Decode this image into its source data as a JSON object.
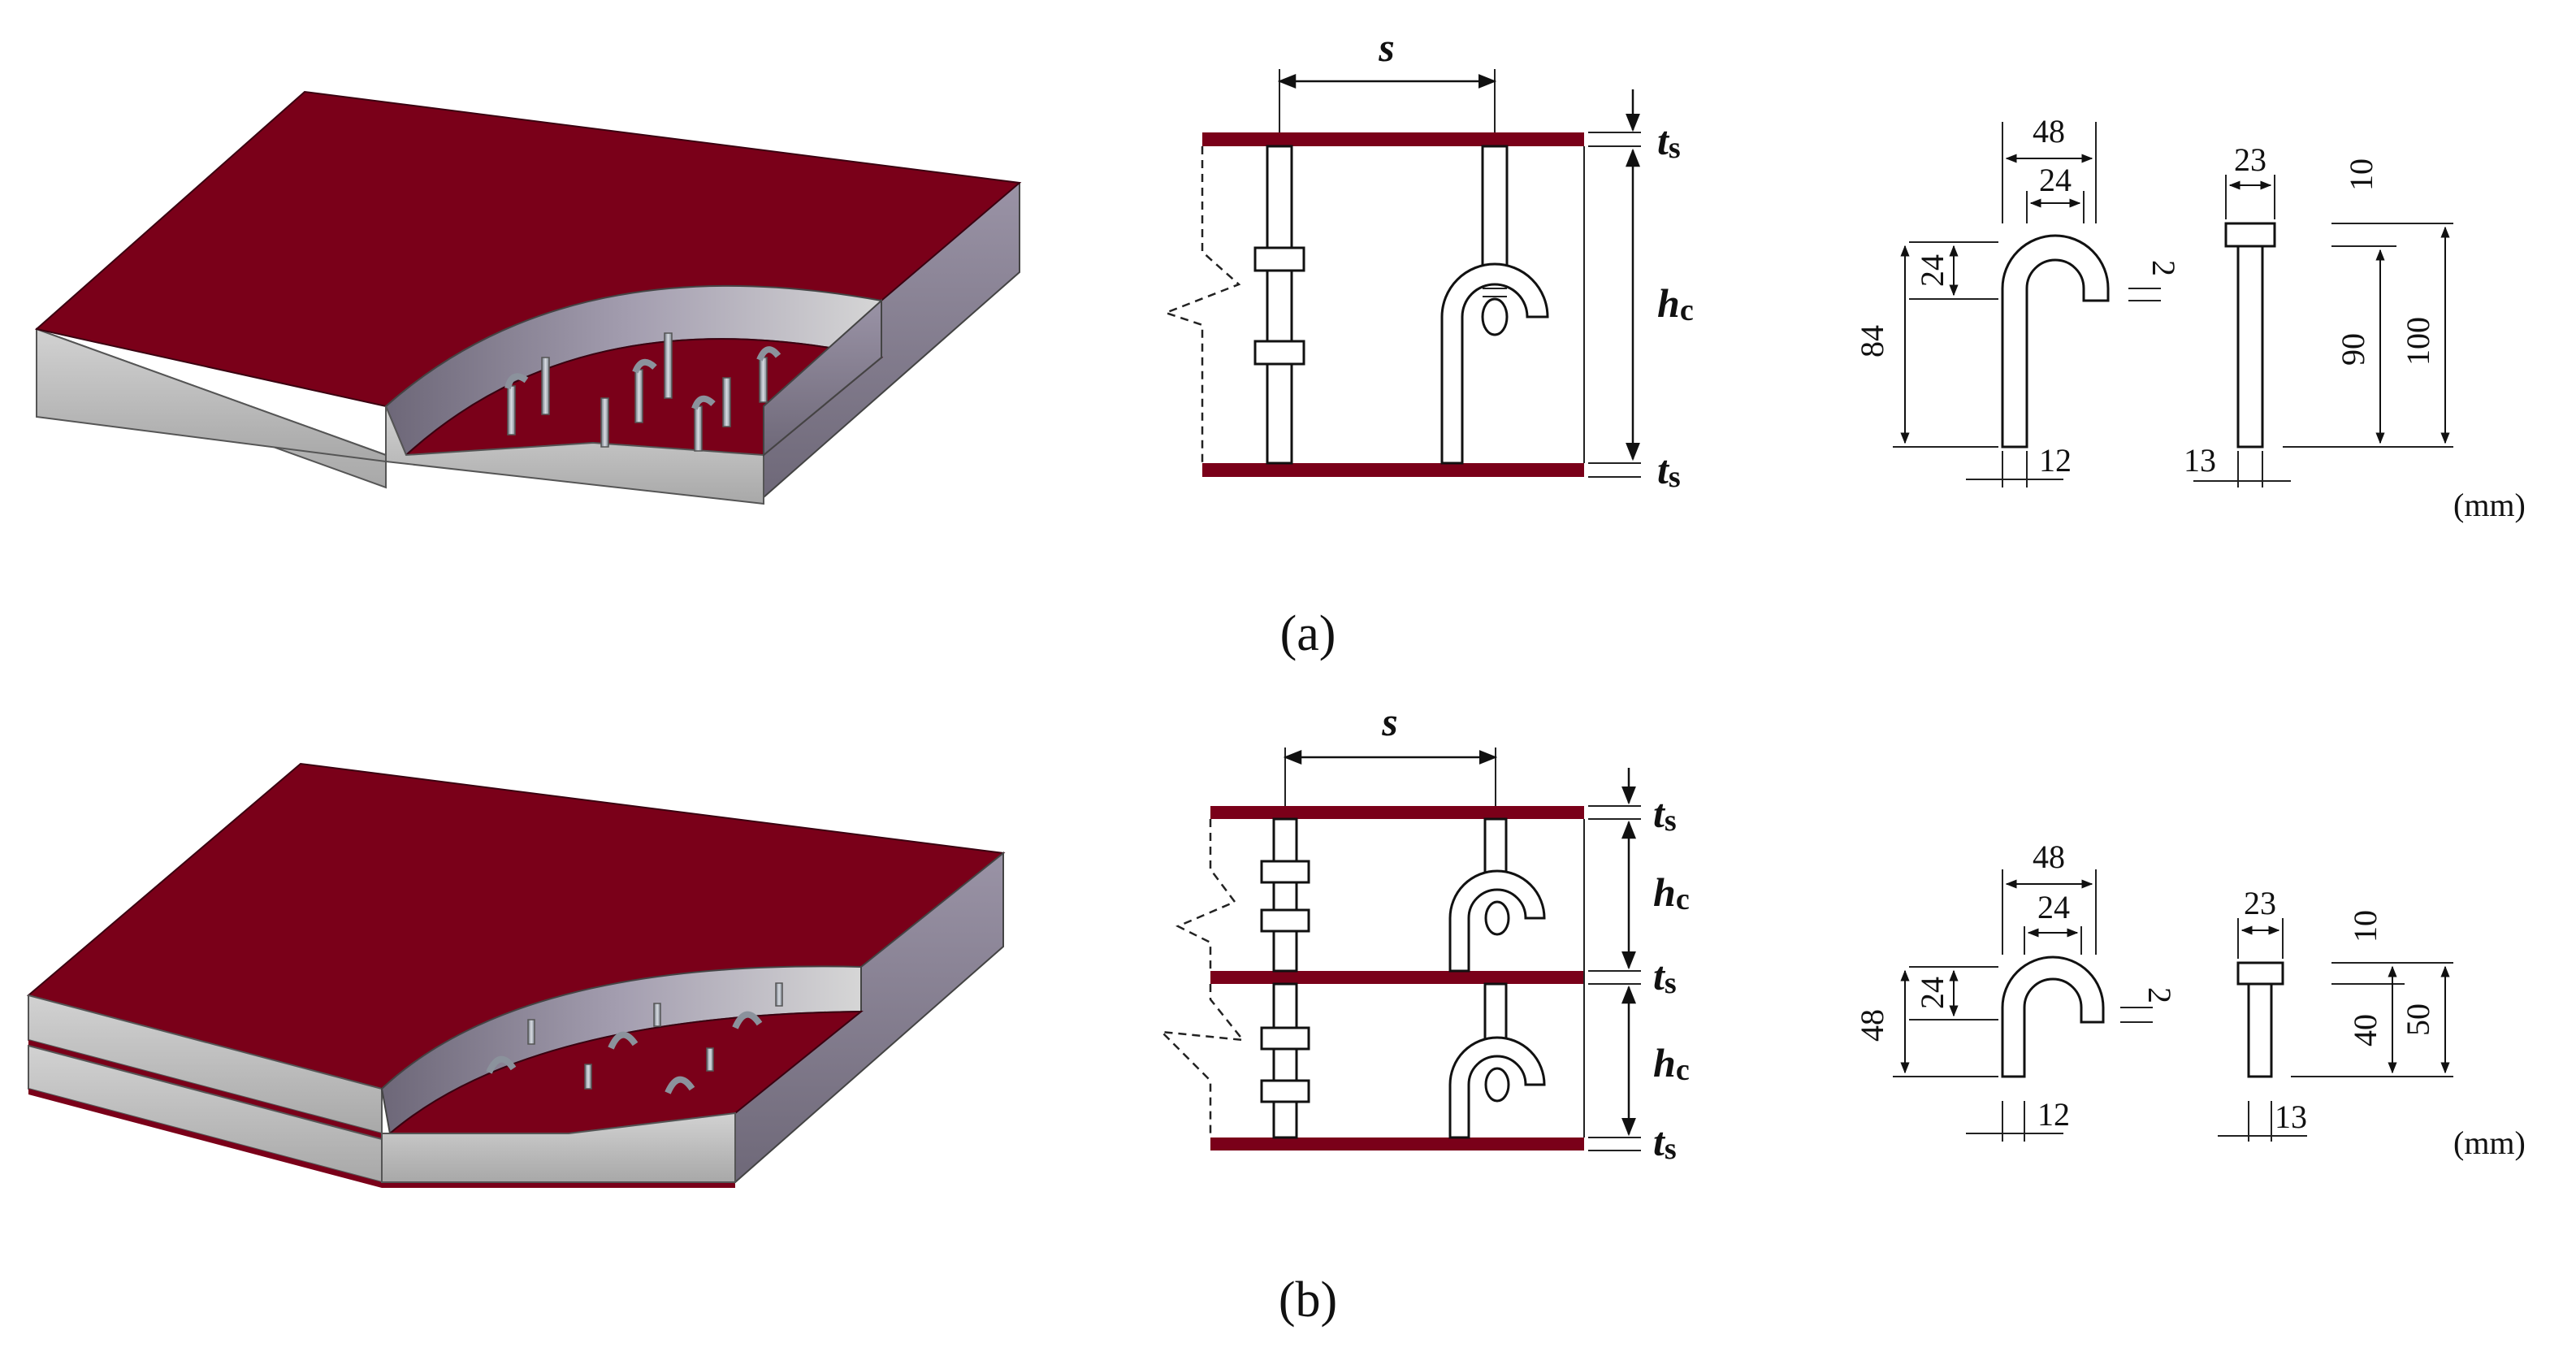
{
  "colors": {
    "steel_plate": "#7a0019",
    "core_side": "#bdbdbd",
    "core_inner": "#8a8494",
    "connector": "#9aa0aa",
    "line": "#111111"
  },
  "caption_a": "(a)",
  "caption_b": "(b)",
  "section": {
    "spacing_label": "s",
    "t_label": "t",
    "t_sub": "s",
    "h_label": "h",
    "h_sub": "c"
  },
  "dims_a": {
    "hook_width": "48",
    "hook_inner": "24",
    "hook_bend": "24",
    "hook_height": "84",
    "hook_gap": "2",
    "hook_dia": "12",
    "stud_head": "23",
    "stud_head_h": "10",
    "stud_shank": "90",
    "stud_total": "100",
    "stud_dia": "13",
    "unit": "(mm)"
  },
  "dims_b": {
    "hook_width": "48",
    "hook_inner": "24",
    "hook_bend": "24",
    "hook_height": "48",
    "hook_gap": "2",
    "hook_dia": "12",
    "stud_head": "23",
    "stud_head_h": "10",
    "stud_shank": "40",
    "stud_total": "50",
    "stud_dia": "13",
    "unit": "(mm)"
  }
}
